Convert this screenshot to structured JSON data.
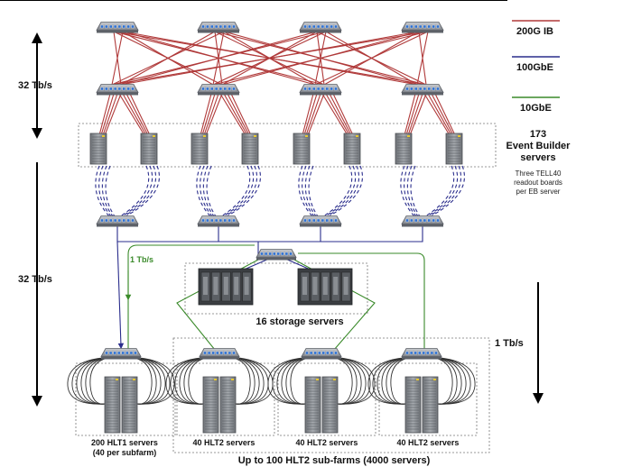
{
  "legend": {
    "ib": {
      "label": "200G IB",
      "color": "#b03a3a"
    },
    "gbe100": {
      "label": "100GbE",
      "color": "#2a2d8c"
    },
    "gbe10": {
      "label": "10GbE",
      "color": "#3a8a2a"
    }
  },
  "bandwidth": {
    "top": "32 Tb/s",
    "middle": "32 Tb/s",
    "right": "1 Tb/s",
    "link": "1 Tb/s"
  },
  "event_builder": {
    "count": "173",
    "title_line1": "Event Builder",
    "title_line2": "servers",
    "note_line1": "Three TELL40",
    "note_line2": "readout boards",
    "note_line3": "per EB server"
  },
  "storage": {
    "label": "16 storage servers"
  },
  "farms": {
    "hlt1_line1": "200 HLT1 servers",
    "hlt1_line2": "(40 per subfarm)",
    "hlt2_a": "40 HLT2 servers",
    "hlt2_b": "40 HLT2 servers",
    "hlt2_c": "40 HLT2 servers",
    "footer": "Up to 100 HLT2 sub-farms (4000 servers)"
  },
  "colors": {
    "switch": "#9a9ea5",
    "switch_dark": "#5d6168",
    "port": "#2d6fcf",
    "server": "#8e9297",
    "dashed": "#2a2d8c"
  },
  "icons": [
    "network-switch-icon",
    "server-icon",
    "storage-server-icon",
    "arrow-icon"
  ]
}
